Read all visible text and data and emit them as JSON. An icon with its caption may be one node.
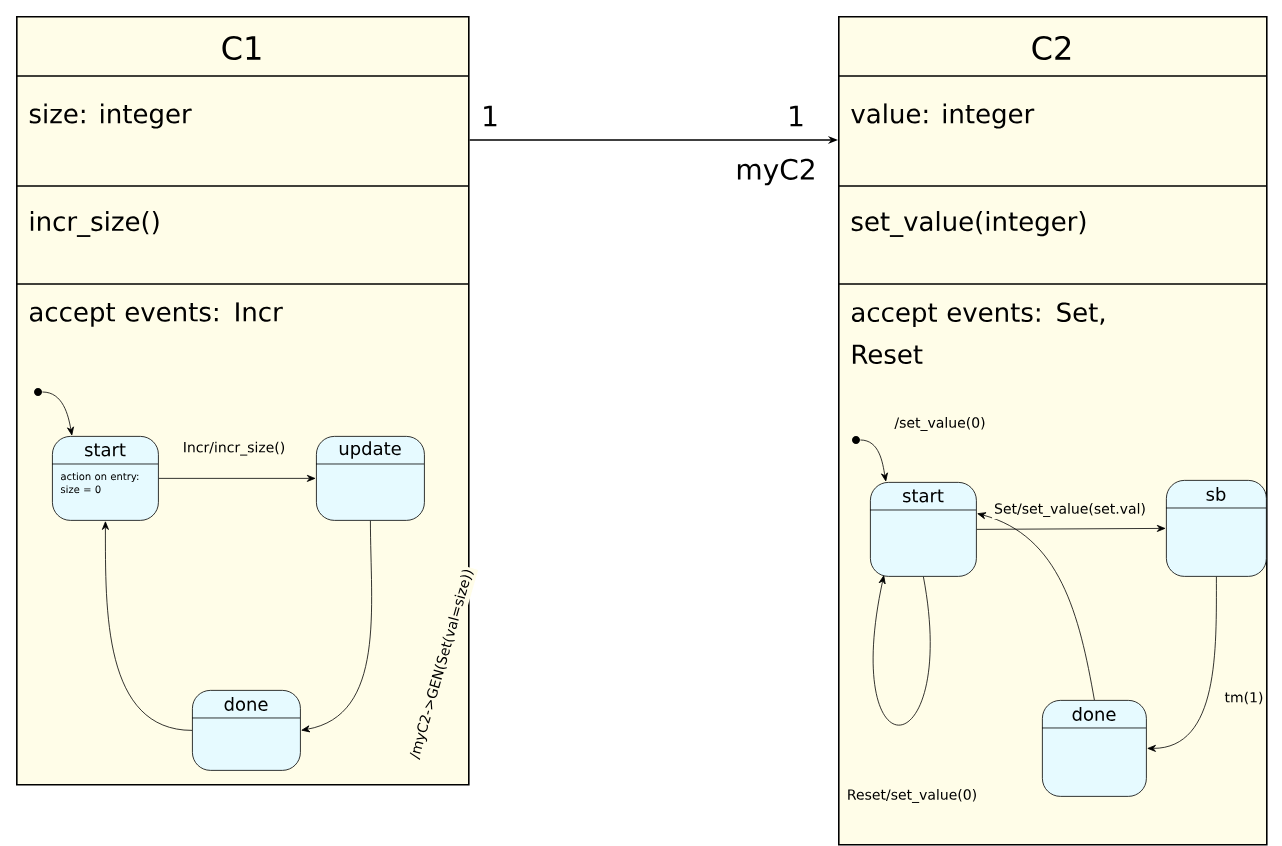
{
  "diagram": {
    "nodes": [
      {
        "text": [
          "C1",
          "size: integer",
          "incr_size()",
          "accept events: Incr"
        ]
      },
      {
        "text": [
          "start",
          "action on entry: size = 0"
        ],
        "in": 0
      },
      {
        "text": [
          "update"
        ],
        "in": 0
      },
      {
        "text": [
          "done"
        ],
        "in": 0
      },
      {
        "text": [],
        "shape": "circle",
        "in": 0
      },
      {
        "text": [
          "C2",
          "value: integer",
          "set_value(integer)",
          "accept events: Set, Reset"
        ]
      },
      {
        "text": [],
        "shape": "circle",
        "in": 5
      },
      {
        "text": [
          "start"
        ],
        "in": 5
      },
      {
        "text": [
          "sb"
        ],
        "in": 5
      },
      {
        "text": [
          "done"
        ],
        "in": 5
      }
    ],
    "edges": [
      {
        "from": 0,
        "to": 5,
        "arrow": "to"
      },
      {
        "from": 4,
        "to": 1,
        "arrow": "to"
      },
      {
        "from": 1,
        "to": 2,
        "arrow": "to",
        "label": "Incr/incr_size()"
      },
      {
        "from": 2,
        "to": 3,
        "arrow": "to",
        "label": "/myC2->GEN(Set(val=size))"
      },
      {
        "from": 3,
        "to": 1,
        "arrow": "to"
      },
      {
        "from": 6,
        "to": 7,
        "arrow": "to",
        "label": "/set_value(0)"
      },
      {
        "from": 7,
        "to": 8,
        "arrow": "to",
        "label": "Set/set_value(set.val)"
      },
      {
        "from": 8,
        "to": 9,
        "arrow": "to",
        "label": "tm(1)"
      },
      {
        "from": 9,
        "to": 7,
        "arrow": "to"
      },
      {
        "from": 7,
        "to": 7,
        "arrow": "to",
        "label": "Reset/set_value(0)"
      }
    ],
    "labels": [
      "1",
      "1",
      "myC2"
    ]
  }
}
